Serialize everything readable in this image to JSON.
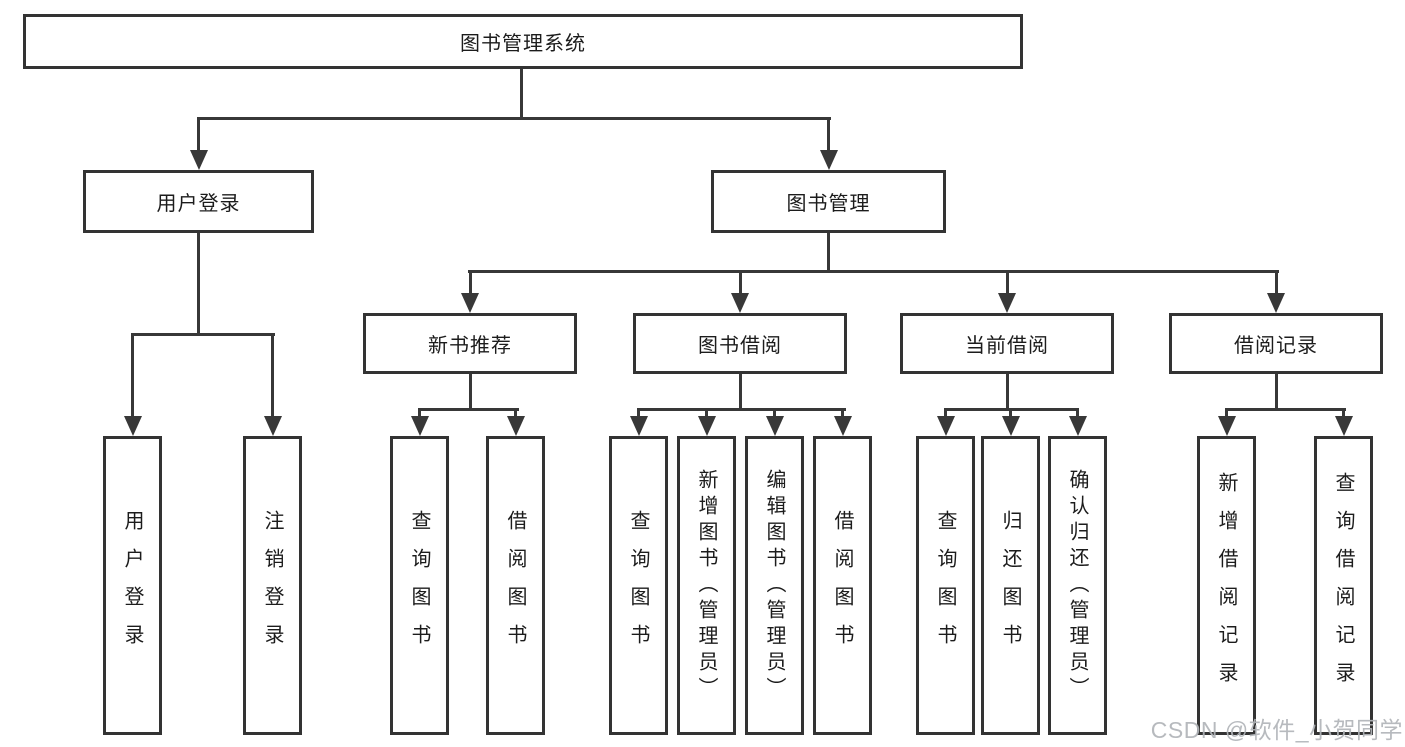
{
  "diagram": {
    "root": "图书管理系统",
    "branches": [
      {
        "label": "用户登录",
        "children": [
          "用户登录",
          "注销登录"
        ]
      },
      {
        "label": "图书管理",
        "sections": [
          {
            "label": "新书推荐",
            "children": [
              "查询图书",
              "借阅图书"
            ]
          },
          {
            "label": "图书借阅",
            "children": [
              "查询图书",
              "新增图书（管理员）",
              "编辑图书（管理员）",
              "借阅图书"
            ]
          },
          {
            "label": "当前借阅",
            "children": [
              "查询图书",
              "归还图书",
              "确认归还（管理员）"
            ]
          },
          {
            "label": "借阅记录",
            "children": [
              "新增借阅记录",
              "查询借阅记录"
            ]
          }
        ]
      }
    ]
  },
  "watermark": "CSDN @软件_小贺同学",
  "colors": {
    "line": "#383838",
    "box_border": "#333333",
    "text": "#1c1c1c",
    "watermark": "#b1b4b8",
    "background": "#ffffff"
  }
}
